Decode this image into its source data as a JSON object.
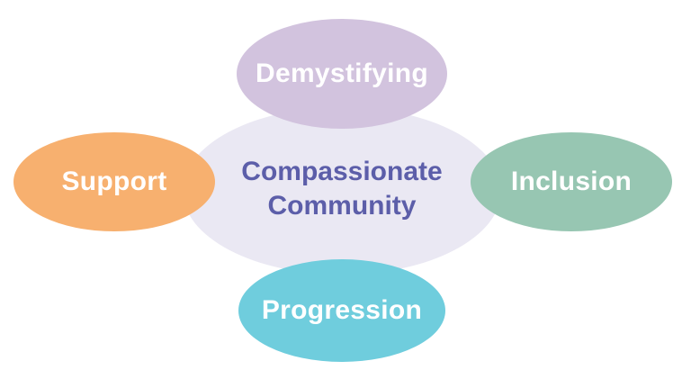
{
  "diagram": {
    "title": "Compassionate Community values diagram",
    "background_color": "#ffffff",
    "node_text_color": "#ffffff",
    "center": {
      "label_line1": "Compassionate",
      "label_line2": "Community",
      "fill": "#eae8f3",
      "text_color": "#5c5ea9"
    },
    "nodes": [
      {
        "id": "top",
        "label": "Demystifying",
        "fill": "#d2c3de"
      },
      {
        "id": "left",
        "label": "Support",
        "fill": "#f7b06f"
      },
      {
        "id": "right",
        "label": "Inclusion",
        "fill": "#97c6b2"
      },
      {
        "id": "bottom",
        "label": "Progression",
        "fill": "#6fcddd"
      }
    ]
  }
}
